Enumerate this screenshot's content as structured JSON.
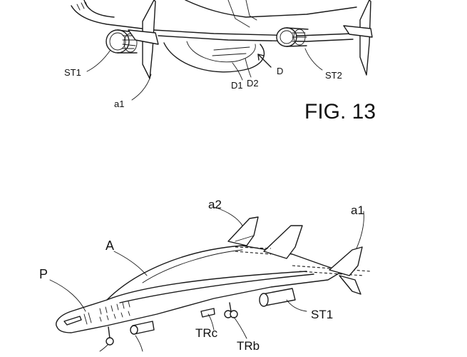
{
  "figure_top": {
    "caption": "FIG. 13",
    "labels": {
      "st1": "ST1",
      "st2": "ST2",
      "a1": "a1",
      "d": "D",
      "d1": "D1",
      "d2": "D2"
    }
  },
  "figure_bottom": {
    "labels": {
      "a": "A",
      "a1": "a1",
      "a2": "a2",
      "p": "P",
      "st1": "ST1",
      "trc": "TRc",
      "trb": "TRb"
    }
  }
}
